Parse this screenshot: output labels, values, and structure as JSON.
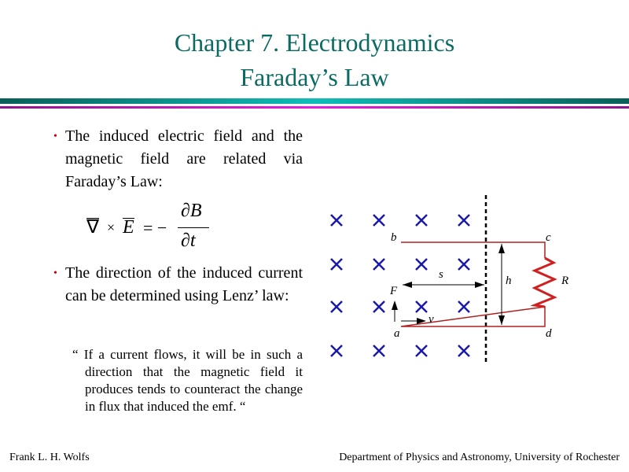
{
  "title": {
    "line1": "Chapter 7.  Electrodynamics",
    "line2": "Faraday’s Law"
  },
  "bullets": [
    {
      "text": "The induced electric field and the magnetic field are related via Faraday’s Law:"
    },
    {
      "text": "The direction of the induced current can be determined using Lenz’ law:"
    }
  ],
  "equation": {
    "nabla": "∇",
    "times": "×",
    "E": "E",
    "equals": "= −",
    "numerator": "∂B",
    "denominator": "∂t"
  },
  "quote": "“ If a current flows, it will be in such a direction that the magnetic field it produces tends to counteract the change in flux that induced the emf.  “",
  "diagram": {
    "labels": {
      "a": "a",
      "b": "b",
      "c": "c",
      "d": "d",
      "s": "s",
      "h": "h",
      "R": "R",
      "F": "F",
      "v": "v"
    },
    "field_symbol": "×",
    "field_color": "#1a1aa8",
    "circuit_color": "#c02020"
  },
  "footer": {
    "left": "Frank L. H. Wolfs",
    "right": "Department of Physics and Astronomy, University of Rochester"
  }
}
